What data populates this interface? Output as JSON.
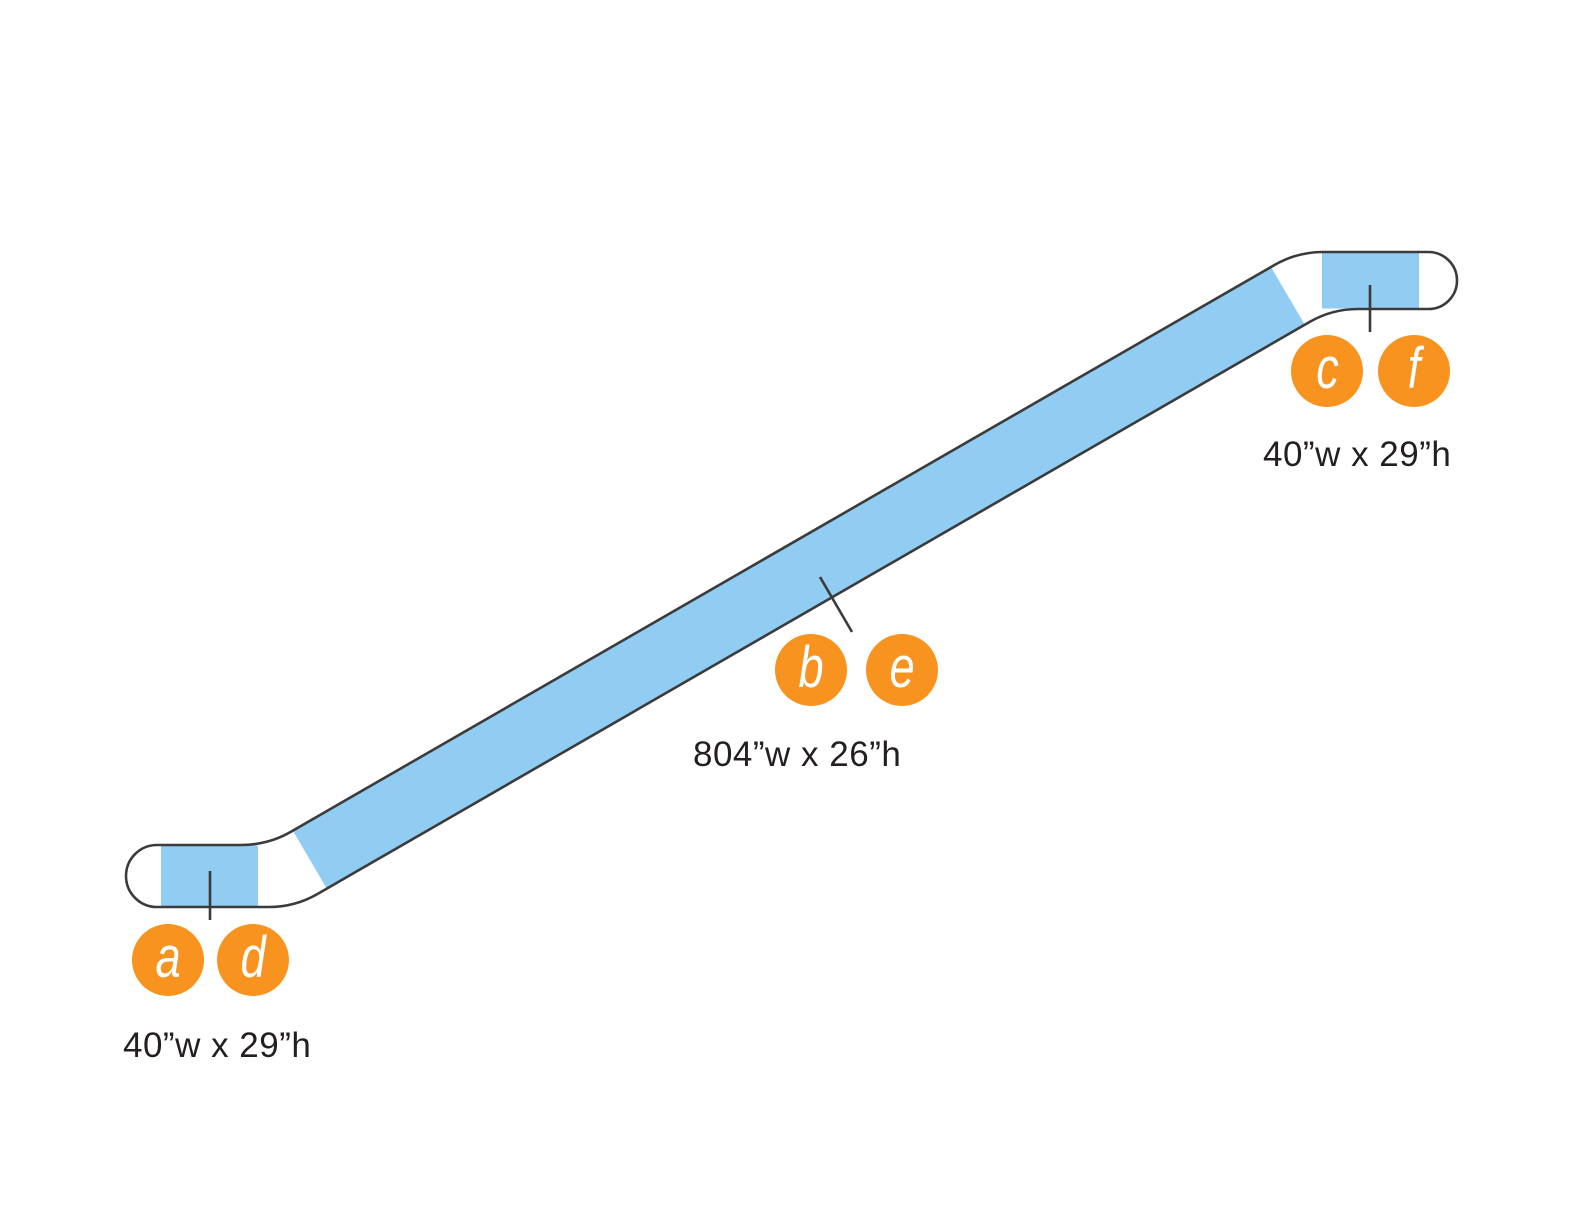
{
  "diagram": {
    "colors": {
      "background": "#ffffff",
      "band": "#91CDF2",
      "outline": "#3B3B3B",
      "marker": "#F7931E",
      "marker_letter": "#FFFFFF",
      "text": "#231F20"
    },
    "sections": [
      {
        "id": "lower-landing",
        "markers": [
          "a",
          "d"
        ],
        "dimension": "40”w x 29”h"
      },
      {
        "id": "incline",
        "markers": [
          "b",
          "e"
        ],
        "dimension": "804”w x 26”h"
      },
      {
        "id": "upper-landing",
        "markers": [
          "c",
          "f"
        ],
        "dimension": "40”w x 29”h"
      }
    ]
  }
}
